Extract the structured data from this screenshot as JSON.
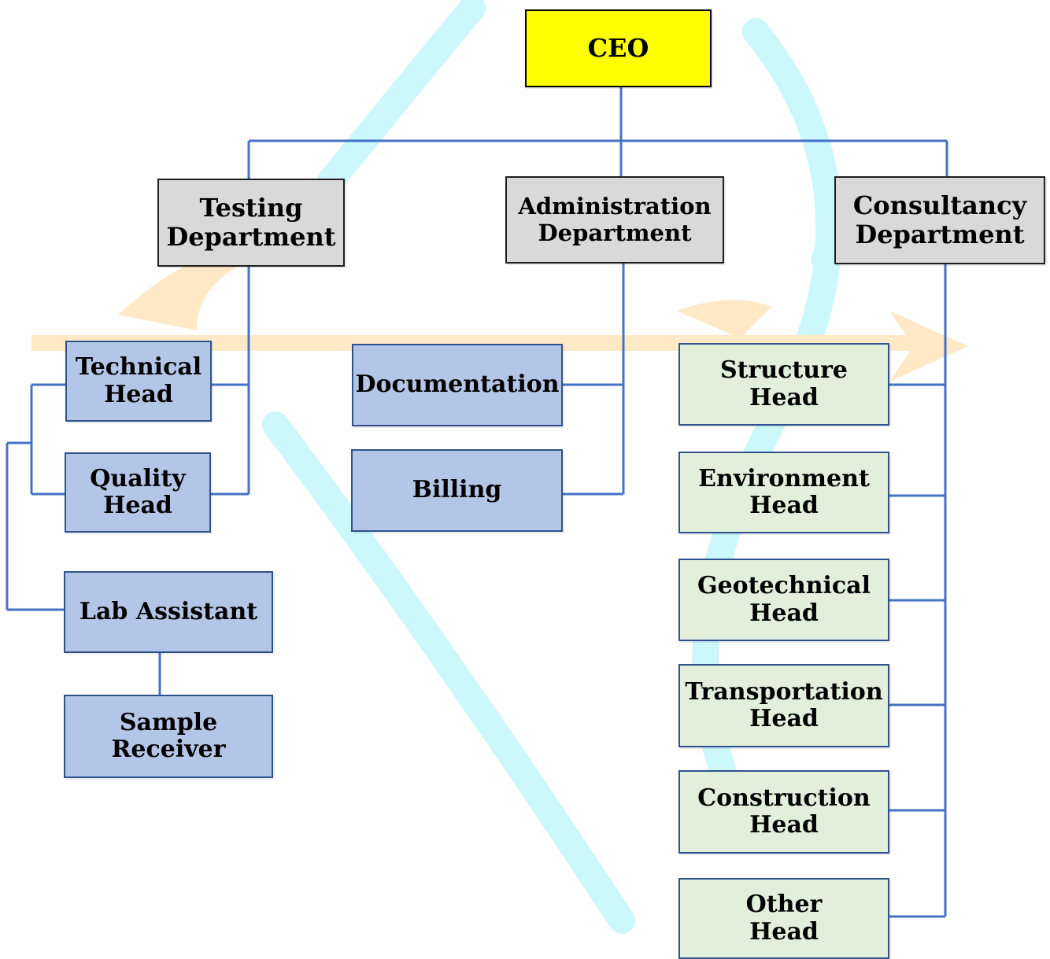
{
  "colors": {
    "connector": "#4472c4",
    "ceo_fill": "#ffff00",
    "department_fill": "#d9d9d9",
    "testing_admin_fill": "#b4c6e7",
    "consultancy_fill": "#e2efda",
    "watermark_cyan": "#ccf7fb",
    "watermark_orange": "#ffe9c7"
  },
  "ceo": {
    "label": "CEO"
  },
  "departments": {
    "testing": "Testing\nDepartment",
    "administration": "Administration\nDepartment",
    "consultancy": "Consultancy\nDepartment"
  },
  "testing_roles": {
    "technical_head": "Technical\nHead",
    "quality_head": "Quality\nHead",
    "lab_assistant": "Lab Assistant",
    "sample_receiver": "Sample\nReceiver"
  },
  "administration_roles": {
    "documentation": "Documentation",
    "billing": "Billing"
  },
  "consultancy_roles": {
    "structure_head": "Structure\nHead",
    "environment_head": "Environment\nHead",
    "geotechnical_head": "Geotechnical\nHead",
    "transportation_head": "Transportation\nHead",
    "construction_head": "Construction\nHead",
    "other_head": "Other\nHead"
  }
}
